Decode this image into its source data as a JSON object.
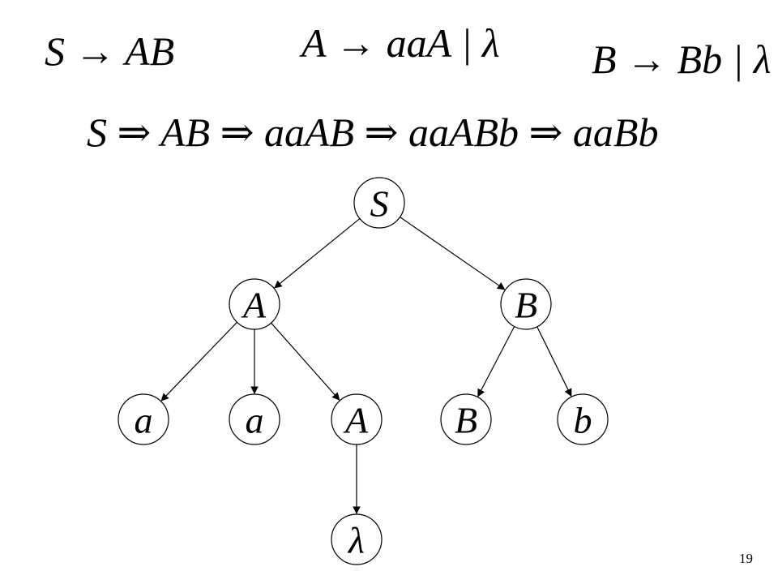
{
  "grammar": {
    "rules": [
      "S → AB",
      "A → aaA | λ",
      "B → Bb | λ"
    ]
  },
  "derivation": "S ⇒ AB ⇒ aaAB ⇒ aaABb ⇒ aaBb",
  "tree": {
    "nodes": [
      {
        "id": "n0",
        "label": "S"
      },
      {
        "id": "n1",
        "label": "A"
      },
      {
        "id": "n2",
        "label": "B"
      },
      {
        "id": "n3",
        "label": "a"
      },
      {
        "id": "n4",
        "label": "a"
      },
      {
        "id": "n5",
        "label": "A"
      },
      {
        "id": "n6",
        "label": "B"
      },
      {
        "id": "n7",
        "label": "b"
      },
      {
        "id": "n8",
        "label": "λ"
      }
    ],
    "edges": [
      [
        "n0",
        "n1"
      ],
      [
        "n0",
        "n2"
      ],
      [
        "n1",
        "n3"
      ],
      [
        "n1",
        "n4"
      ],
      [
        "n1",
        "n5"
      ],
      [
        "n2",
        "n6"
      ],
      [
        "n2",
        "n7"
      ],
      [
        "n5",
        "n8"
      ]
    ]
  },
  "page_number": "19"
}
